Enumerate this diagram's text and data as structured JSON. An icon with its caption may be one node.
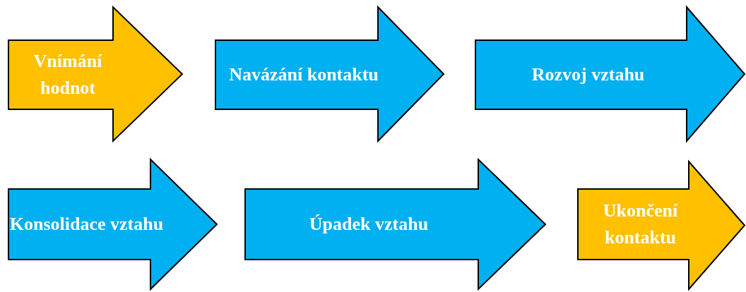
{
  "diagram": {
    "nodes": [
      {
        "text": [
          "Vnímání hodnot"
        ]
      },
      {
        "text": [
          "Navázání kontaktu"
        ]
      },
      {
        "text": [
          "Rozvoj vztahu"
        ]
      },
      {
        "text": [
          "Konsolidace vztahu"
        ]
      },
      {
        "text": [
          "Úpadek vztahu"
        ]
      },
      {
        "text": [
          "Ukončení kontaktu"
        ]
      }
    ]
  }
}
